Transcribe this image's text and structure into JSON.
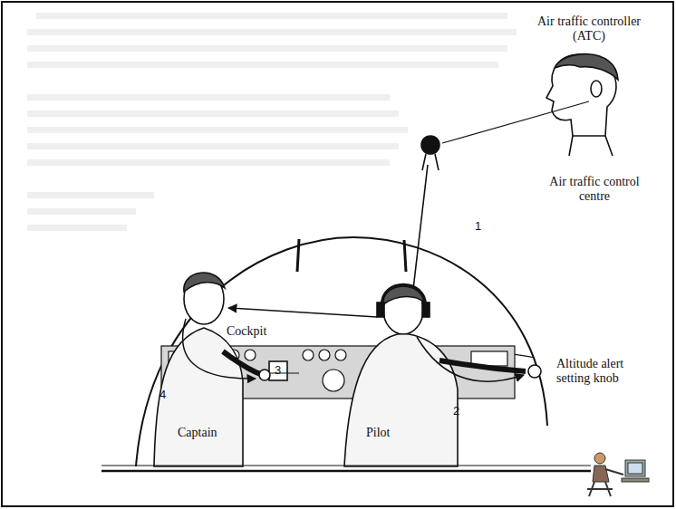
{
  "diagram": {
    "labels": [
      "Air traffic controller (ATC)",
      "Air traffic control centre",
      "1",
      "Cockpit",
      "3",
      "Altitude alert setting knob",
      "4",
      "2",
      "Captain",
      "Pilot"
    ]
  }
}
